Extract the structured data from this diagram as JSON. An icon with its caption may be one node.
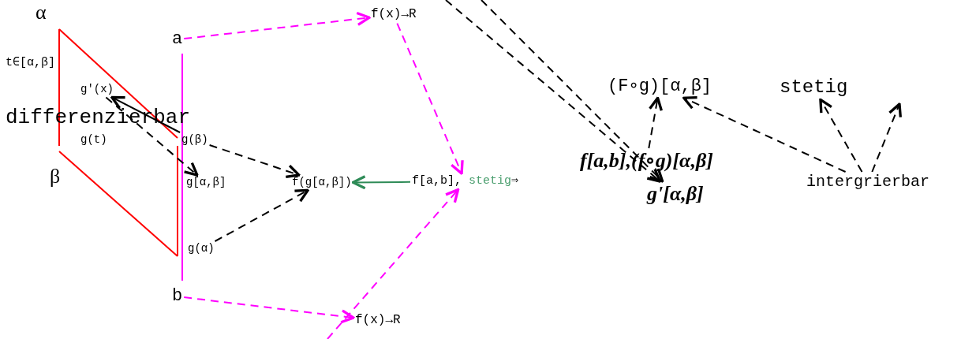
{
  "diagram": {
    "nodes": [
      {
        "text": [
          "g'(x)"
        ]
      },
      {
        "text": [
          "g(t)"
        ]
      },
      {
        "text": [
          "g(β)"
        ]
      },
      {
        "text": [
          "g[α,β]"
        ]
      },
      {
        "text": [
          "g(α)"
        ]
      },
      {
        "text": [
          "a"
        ]
      },
      {
        "text": [
          "b"
        ]
      },
      {
        "text": [
          "f(x)→R"
        ]
      },
      {
        "text": [
          "f(g[α,β])"
        ]
      },
      {
        "text": [
          "f[a,b],",
          "stetig",
          "⇒"
        ]
      },
      {
        "text": [
          "f(x)→R"
        ]
      },
      {
        "text": [
          "f[a,b],(f∘g)[α,β]"
        ]
      },
      {
        "text": [
          "g'[α,β]"
        ]
      },
      {
        "text": [
          "(F∘g)[α,β]"
        ]
      },
      {
        "text": [
          "stetig"
        ]
      },
      {
        "text": [
          "intergrierbar"
        ]
      }
    ],
    "edges": [
      {
        "from": 0,
        "to": 3,
        "arrow": "to",
        "style": "dashed"
      },
      {
        "from": 2,
        "to": 0,
        "arrow": "to"
      },
      {
        "from": 2,
        "to": 8,
        "arrow": "to",
        "style": "dashed"
      },
      {
        "from": 4,
        "to": 8,
        "arrow": "to",
        "style": "dashed"
      },
      {
        "from": 9,
        "to": 8,
        "arrow": "to",
        "color": "#2e8b57"
      },
      {
        "from": 5,
        "to": 7,
        "arrow": "to",
        "style": "dashed",
        "color": "#ff00ff"
      },
      {
        "from": 7,
        "to": 9,
        "arrow": "to",
        "style": "dashed",
        "color": "#ff00ff"
      },
      {
        "from": 6,
        "to": 10,
        "arrow": "to",
        "style": "dashed",
        "color": "#ff00ff"
      },
      {
        "from": null,
        "to": 9,
        "arrow": "to",
        "style": "dashed",
        "color": "#ff00ff"
      },
      {
        "from": null,
        "to": 12,
        "arrow": "to",
        "style": "dashed"
      },
      {
        "from": null,
        "to": 12,
        "arrow": "to",
        "style": "dashed"
      },
      {
        "from": 15,
        "to": 13,
        "arrow": "to",
        "style": "dashed"
      },
      {
        "from": 15,
        "to": 14,
        "arrow": "to",
        "style": "dashed"
      },
      {
        "from": 15,
        "to": null,
        "arrow": "to",
        "style": "dashed"
      },
      {
        "from": 11,
        "to": 13,
        "arrow": "to",
        "style": "dashed"
      }
    ],
    "labels": [
      "α",
      "t∈[α,β]",
      "differenzierbar",
      "β"
    ]
  }
}
